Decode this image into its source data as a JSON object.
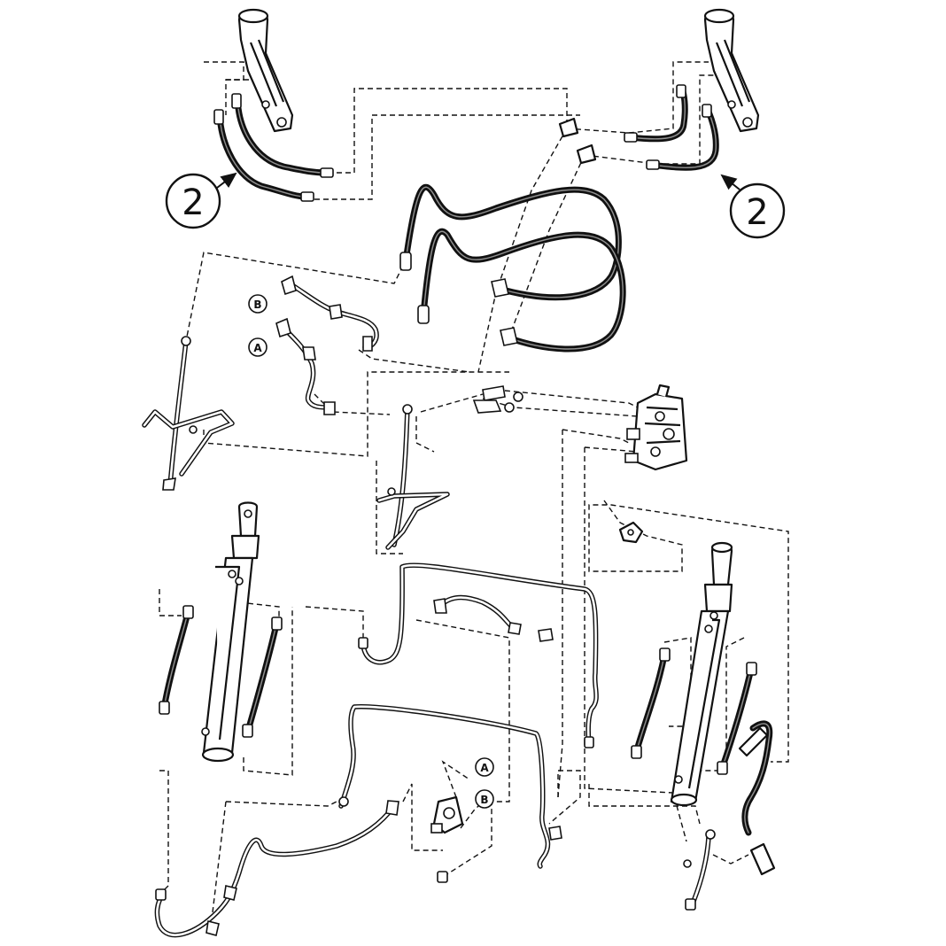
{
  "callouts": [
    {
      "label": "2"
    },
    {
      "label": "2"
    }
  ],
  "connection_tags": {
    "upper_b": "B",
    "upper_a": "A",
    "lower_a": "A",
    "lower_b": "B"
  }
}
